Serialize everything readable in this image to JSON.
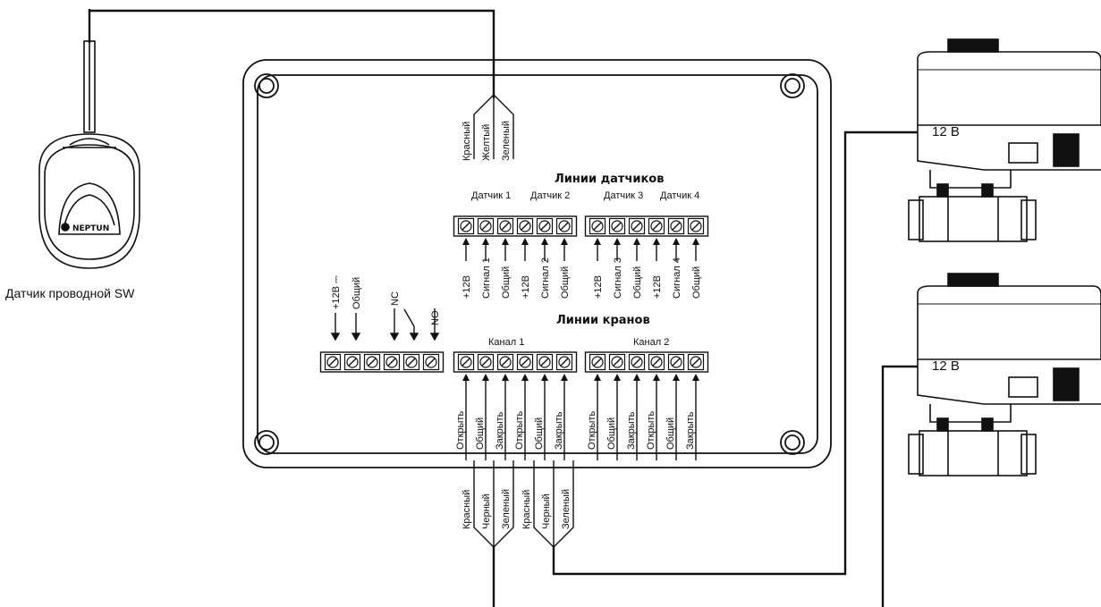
{
  "sensor": {
    "caption": "Датчик проводной SW",
    "brand": "NEPTUN",
    "wires": [
      "Красный",
      "Желтый",
      "Зеленый"
    ]
  },
  "sensor_lines": {
    "title": "Линии датчиков",
    "groups": [
      "Датчик 1",
      "Датчик 2",
      "Датчик 3",
      "Датчик 4"
    ],
    "terminals": [
      "+12В",
      "Сигнал 1",
      "Общий",
      "+12В",
      "Сигнал 2",
      "Общий",
      "+12В",
      "Сигнал 3",
      "Общий",
      "+12В",
      "Сигнал 4",
      "Общий"
    ]
  },
  "power_relay": {
    "terminals": [
      "+12В ⎓",
      "Общий",
      "NC",
      "NO"
    ]
  },
  "valve_lines": {
    "title": "Линии кранов",
    "groups": [
      "Канал 1",
      "Канал 2"
    ],
    "terminals": [
      "Открыть",
      "Общий",
      "Закрыть",
      "Открыть",
      "Общий",
      "Закрыть",
      "Открыть",
      "Общий",
      "Закрыть",
      "Открыть",
      "Общий",
      "Закрыть"
    ],
    "wires": [
      "Красный",
      "Черный",
      "Зеленый",
      "Красный",
      "Черный",
      "Зеленый"
    ]
  },
  "valves": [
    {
      "voltage": "12 В"
    },
    {
      "voltage": "12 В"
    }
  ]
}
